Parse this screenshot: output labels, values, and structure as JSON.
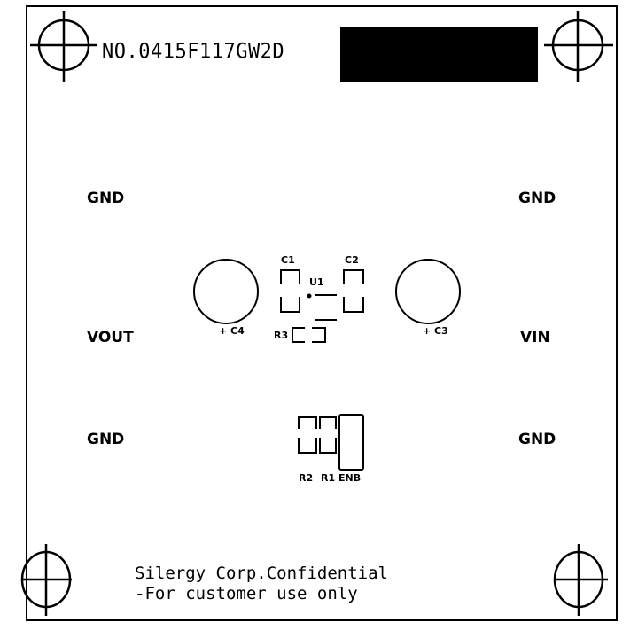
{
  "board": {
    "part_number": "NO.0415F117GW2D",
    "colors": {
      "line": "#000000",
      "background": "#ffffff",
      "redaction": "#000000"
    }
  },
  "net_labels": {
    "left_top": "GND",
    "left_mid": "VOUT",
    "left_bottom": "GND",
    "right_top": "GND",
    "right_mid": "VIN",
    "right_bottom": "GND"
  },
  "components": {
    "c1": "C1",
    "c2": "C2",
    "u1": "U1",
    "r3": "R3",
    "c4": "+ C4",
    "c3": "+ C3",
    "r2": "R2",
    "r1": "R1",
    "enb": "ENB"
  },
  "footer": {
    "line1": "Silergy Corp.Confidential",
    "line2": "-For customer use only"
  }
}
